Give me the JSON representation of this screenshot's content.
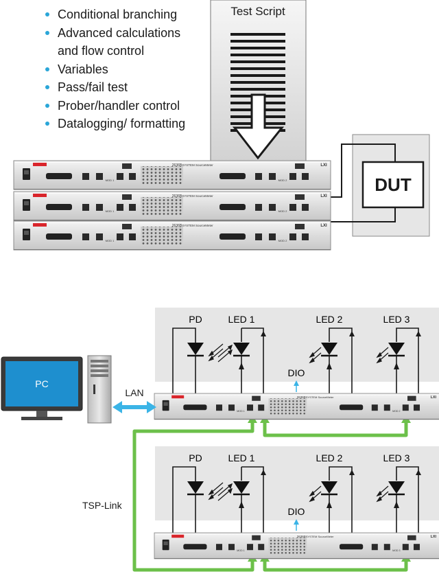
{
  "features": [
    "Conditional branching",
    "Advanced calculations",
    "and flow control",
    "Variables",
    "Pass/fail test",
    "Prober/handler control",
    "Datalogging/ formatting"
  ],
  "feature_bullet_flags": [
    true,
    true,
    false,
    true,
    true,
    true,
    true
  ],
  "script_title": "Test Script",
  "dut_label": "DUT",
  "instrument": {
    "model": "2636B",
    "name": "SYSTEM SourceMeter",
    "mod1": "MOD 1",
    "mod2": "MOD 2",
    "mod3": "MOD 3",
    "lxi": "LXI"
  },
  "pc_label": "PC",
  "lan_label": "LAN",
  "tsp_label": "TSP-Link",
  "dio_label": "DIO",
  "pd_label": "PD",
  "led_labels": [
    "LED 1",
    "LED 2",
    "LED 3"
  ],
  "colors": {
    "bullet": "#2aa6d8",
    "lan_arrow": "#3bb4e6",
    "tsp_link": "#6cc04a",
    "test_panel": "#e6e6e6",
    "pc_screen": "#1e8fcf"
  }
}
